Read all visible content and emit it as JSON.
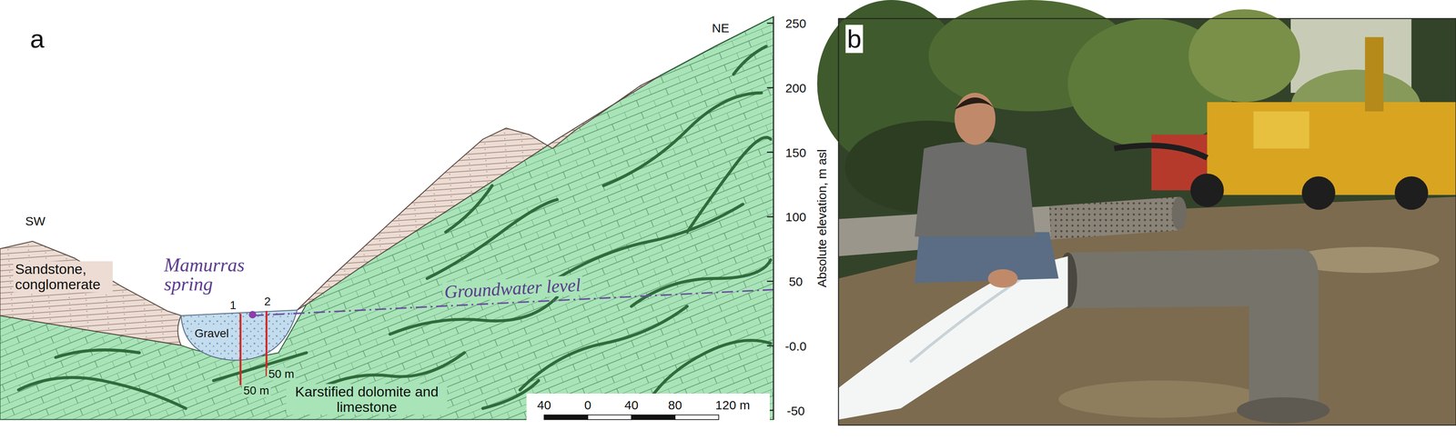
{
  "diagram": {
    "labels": [
      "a",
      "SW",
      "NE",
      "Sandstone, conglomerate",
      "Mamurras spring",
      "1",
      "2",
      "Groundwater level",
      "Gravel",
      "50 m",
      "50 m",
      "Karstified dolomite and limestone",
      "250",
      "200",
      "150",
      "100",
      "50",
      "-0.0",
      "-50",
      "Absolute elevation, m asl",
      "40",
      "0",
      "40",
      "80",
      "120 m",
      "b"
    ]
  }
}
